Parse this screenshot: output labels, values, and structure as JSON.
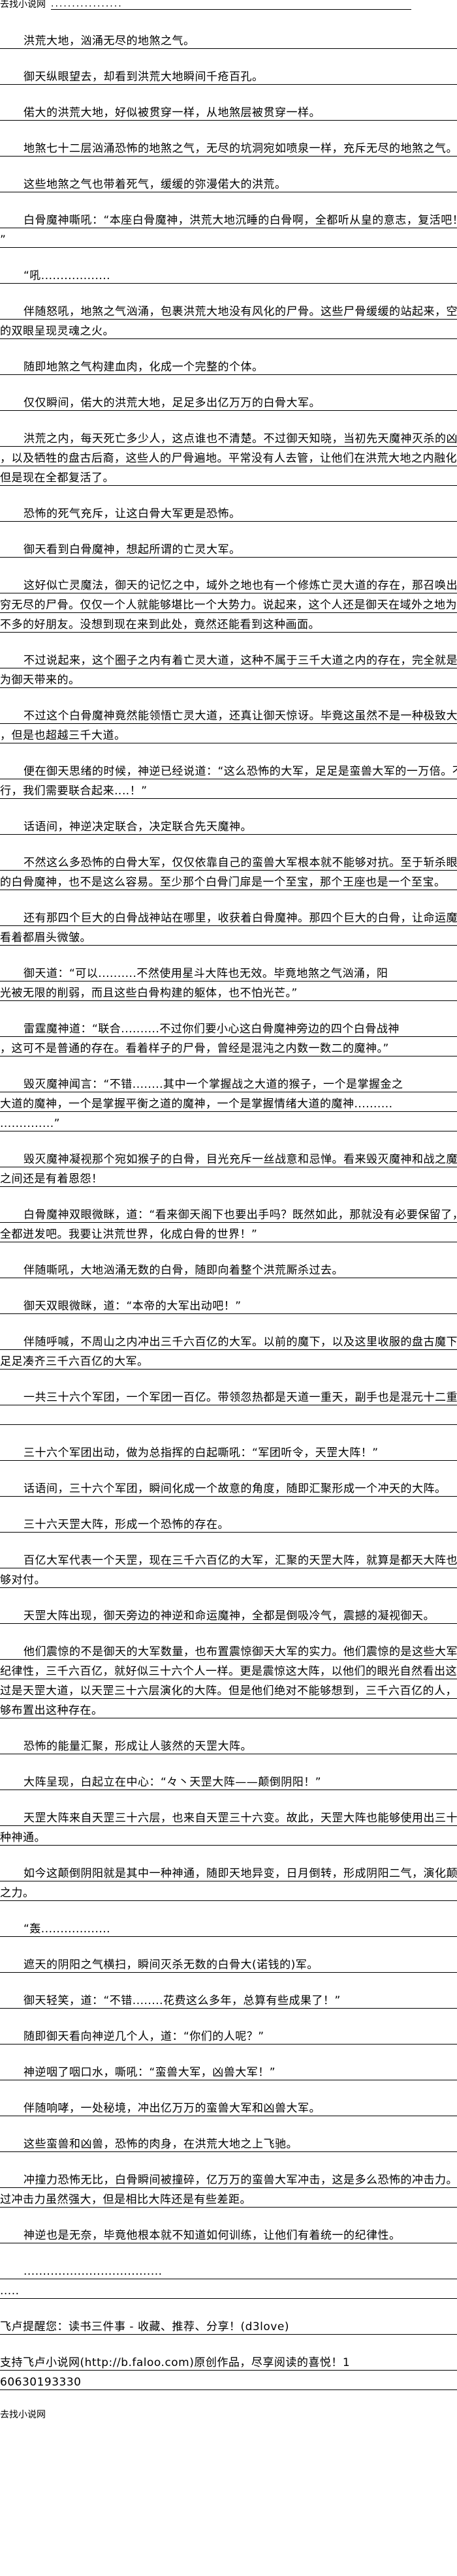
{
  "header": {
    "site_name": "去找小说网",
    "dots": "................."
  },
  "paragraphs": [
    {
      "indent": true,
      "lines": [
        "洪荒大地，汹涌无尽的地煞之气。"
      ]
    },
    {
      "indent": true,
      "lines": [
        "御天纵眼望去，却看到洪荒大地瞬间千疮百孔。"
      ]
    },
    {
      "indent": true,
      "lines": [
        "偌大的洪荒大地，好似被贯穿一样，从地煞层被贯穿一样。"
      ]
    },
    {
      "indent": true,
      "lines": [
        "地煞七十二层汹涌恐怖的地煞之气，无尽的坑洞宛如喷泉一样，充斥无尽的地煞之气。"
      ]
    },
    {
      "indent": true,
      "lines": [
        "这些地煞之气也带着死气，缓缓的弥漫偌大的洪荒。"
      ]
    },
    {
      "indent": true,
      "lines": [
        "白骨魔神嘶吼：“本座白骨魔神，洪荒大地沉睡的白骨啊，全都听从皇的意志，复活吧！",
        "”"
      ]
    },
    {
      "indent": true,
      "lines": [
        "“吼.................."
      ]
    },
    {
      "indent": true,
      "lines": [
        "伴随怒吼，地煞之气汹涌，包裹洪荒大地没有风化的尸骨。这些尸骨缓缓的站起来，空洞",
        "的双眼呈现灵魂之火。"
      ]
    },
    {
      "indent": true,
      "lines": [
        "随即地煞之气构建血肉，化成一个完整的个体。"
      ]
    },
    {
      "indent": true,
      "lines": [
        "仅仅瞬间，偌大的洪荒大地，足足多出亿万万的白骨大军。"
      ]
    },
    {
      "indent": true,
      "lines": [
        "洪荒之内，每天死亡多少人，这点谁也不清楚。不过御天知晓，当初先天魔神灭杀的凶兽",
        "，以及牺牲的盘古后裔，这些人的尸骨遍地。平常没有人去管，让他们在洪荒大地之内融化，",
        "但是现在全都复活了。"
      ]
    },
    {
      "indent": true,
      "lines": [
        "恐怖的死气充斥，让这白骨大军更是恐怖。"
      ]
    },
    {
      "indent": true,
      "lines": [
        "御天看到白骨魔神，想起所谓的亡灵大军。"
      ]
    },
    {
      "indent": true,
      "lines": [
        "这好似亡灵魔法，御天的记忆之中，域外之地也有一个修炼亡灵大道的存在，那召唤出无",
        "穷无尽的尸骨。仅仅一个人就能够堪比一个大势力。说起来，这个人还是御天在域外之地为数",
        "不多的好朋友。没想到现在来到此处，竟然还能看到这种画面。"
      ]
    },
    {
      "indent": true,
      "lines": [
        "不过说起来，这个圈子之内有着亡灵大道，这种不属于三千大道之内的存在，完全就是因",
        "为御天带来的。"
      ]
    },
    {
      "indent": true,
      "lines": [
        "不过这个白骨魔神竟然能领悟亡灵大道，还真让御天惊讶。毕竟这虽然不是一种极致大道",
        "，但是也超越三千大道。"
      ]
    },
    {
      "indent": true,
      "lines": [
        "便在御天思绪的时候，神逆已经说道：“这么恐怖的大军，足足是蛮兽大军的一万倍。不",
        "行，我们需要联合起来‥‥！”"
      ]
    },
    {
      "indent": true,
      "lines": [
        "话语间，神逆决定联合，决定联合先天魔神。"
      ]
    },
    {
      "indent": true,
      "lines": [
        "不然这么多恐怖的白骨大军，仅仅依靠自己的蛮兽大军根本就不能够对抗。至于斩杀眼前",
        "的白骨魔神，也不是这么容易。至少那个白骨门扉是一个至宝，那个王座也是一个至宝。"
      ]
    },
    {
      "indent": true,
      "lines": [
        "还有那四个巨大的白骨战神站在哪里，收获着白骨魔神。那四个巨大的白骨，让命运魔神",
        "看着都眉头微皱。"
      ]
    },
    {
      "indent": true,
      "lines": [
        "御天道：“可以..........不然使用星斗大阵也无效。毕竟地煞之气汹涌，阳",
        "光被无限的削弱，而且这些白骨构建的躯体，也不怕光芒。”"
      ]
    },
    {
      "indent": true,
      "lines": [
        "雷霆魔神道：“联合..........不过你们要小心这白骨魔神旁边的四个白骨战神",
        "，这可不是普通的存在。看着样子的尸骨，曾经是混沌之内数一数二的魔神。”"
      ]
    },
    {
      "indent": true,
      "lines": [
        "毁灭魔神闻言：“不错........其中一个掌握战之大道的猴子，一个是掌握金之",
        "大道的魔神，一个是掌握平衡之道的魔神，一个是掌握情绪大道的魔神..........",
        "..............”"
      ]
    },
    {
      "indent": true,
      "lines": [
        "毁灭魔神凝视那个宛如猴子的白骨，目光充斥一丝战意和忌惮。看来毁灭魔神和战之魔神",
        "之间还是有着恩怨！"
      ]
    },
    {
      "indent": true,
      "lines": [
        "白骨魔神双眼微眯，道：“看来御天阁下也要出手吗？既然如此，那就没有必要保留了，",
        "全都迸发吧。我要让洪荒世界，化成白骨的世界！”"
      ]
    },
    {
      "indent": true,
      "lines": [
        "伴随嘶吼，大地汹涌无数的白骨，随即向着整个洪荒厮杀过去。"
      ]
    },
    {
      "indent": true,
      "lines": [
        "御天双眼微眯，道：“本帝的大军出动吧！”"
      ]
    },
    {
      "indent": true,
      "lines": [
        "伴随呼喊，不周山之内冲出三千六百亿的大军。以前的魔下，以及这里收服的盘古魔下，",
        "足足凑齐三千六百亿的大军。"
      ]
    },
    {
      "indent": true,
      "lines": [
        "一共三十六个军团，一个军团一百亿。带领忽热都是天道一重天，副手也是混元十二重。",
        ""
      ]
    },
    {
      "indent": true,
      "lines": [
        "三十六个军团出动，做为总指挥的白起嘶吼：“军团听令，天罡大阵！”"
      ]
    },
    {
      "indent": true,
      "lines": [
        "话语间，三十六个军团，瞬间化成一个故意的角度，随即汇聚形成一个冲天的大阵。"
      ]
    },
    {
      "indent": true,
      "lines": [
        "三十六天罡大阵，形成一个恐怖的存在。"
      ]
    },
    {
      "indent": true,
      "lines": [
        "百亿大军代表一个天罡，现在三千六百亿的大军，汇聚的天罡大阵，就算是都天大阵也能",
        "够对付。"
      ]
    },
    {
      "indent": true,
      "lines": [
        "天罡大阵出现，御天旁边的神逆和命运魔神，全都是倒吸冷气，震撼的凝视御天。"
      ]
    },
    {
      "indent": true,
      "lines": [
        "他们震惊的不是御天的大军数量，也布置震惊御天大军的实力。他们震惊的是这些大军的",
        "纪律性，三千六百亿，就好似三十六个人一样。更是震惊这大阵，以他们的眼光自然看出这不",
        "过是天罡大道，以天罡三十六层演化的大阵。但是他们绝对不能够想到，三千六百亿的人，能",
        "够布置出这种存在。"
      ]
    },
    {
      "indent": true,
      "lines": [
        "恐怖的能量汇聚，形成让人骇然的天罡大阵。"
      ]
    },
    {
      "indent": true,
      "lines": [
        "大阵呈现，白起立在中心：“々丶天罡大阵——颠倒阴阳！”"
      ]
    },
    {
      "indent": true,
      "lines": [
        "天罡大阵来自天罡三十六层，也来自天罡三十六变。故此，天罡大阵也能够使用出三十六",
        "种神通。"
      ]
    },
    {
      "indent": true,
      "lines": [
        "如今这颠倒阴阳就是其中一种神通，随即天地异变，日月倒转，形成阴阳二气，演化颠倒",
        "之力。"
      ]
    },
    {
      "indent": true,
      "lines": [
        "“轰.................."
      ]
    },
    {
      "indent": true,
      "lines": [
        "遮天的阴阳之气横扫，瞬间灭杀无数的白骨大(诺钱的)军。"
      ]
    },
    {
      "indent": true,
      "lines": [
        "御天轻笑，道：“不错........花费这么多年，总算有些成果了！”"
      ]
    },
    {
      "indent": true,
      "lines": [
        "随即御天看向神逆几个人，道：“你们的人呢？”"
      ]
    },
    {
      "indent": true,
      "lines": [
        "神逆咽了咽口水，嘶吼：“蛮兽大军，凶兽大军！”"
      ]
    },
    {
      "indent": true,
      "lines": [
        "伴随响哮，一处秘境，冲出亿万万的蛮兽大军和凶兽大军。"
      ]
    },
    {
      "indent": true,
      "lines": [
        "这些蛮兽和凶兽，恐怖的肉身，在洪荒大地之上飞驰。"
      ]
    },
    {
      "indent": true,
      "lines": [
        "冲撞力恐怖无比，白骨瞬间被撞碎，亿万万的蛮兽大军冲击，这是多么恐怖的冲击力。不",
        "过冲击力虽然强大，但是相比大阵还是有些差距。"
      ]
    },
    {
      "indent": true,
      "lines": [
        "神逆也是无奈，毕竟他根本就不知道如何训练，让他们有着统一的纪律性。"
      ]
    },
    {
      "indent": true,
      "lines": [
        "....................................",
        "....."
      ]
    },
    {
      "indent": false,
      "lines": [
        "飞卢提醒您：读书三件事 - 收藏、推荐、分享！(d3love)"
      ]
    },
    {
      "indent": false,
      "lines": [
        "支持飞卢小说网(http://b.faloo.com)原创作品，尽享阅读的喜悦！1",
        "60630193330"
      ]
    }
  ],
  "footer": {
    "site_name": "去找小说网"
  }
}
